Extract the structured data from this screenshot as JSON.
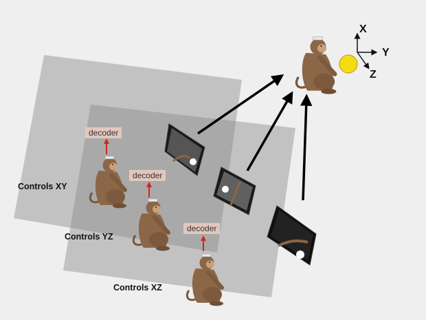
{
  "labels": {
    "controls_xy": "Controls XY",
    "controls_yz": "Controls YZ",
    "controls_xz": "Controls XZ"
  },
  "decoders": [
    "decoder",
    "decoder",
    "decoder"
  ],
  "axes": {
    "x": "X",
    "y": "Y",
    "z": "Z"
  },
  "colors": {
    "background": "#efefef",
    "plane": "#8c8c8c",
    "monkey_body": "#8b6647",
    "monkey_face": "#c9a27a",
    "decoder_bg": "#e3c7bd",
    "arrow_up": "#cc2a1a",
    "target_ball": "#f5dc12",
    "arrow": "#000000"
  }
}
